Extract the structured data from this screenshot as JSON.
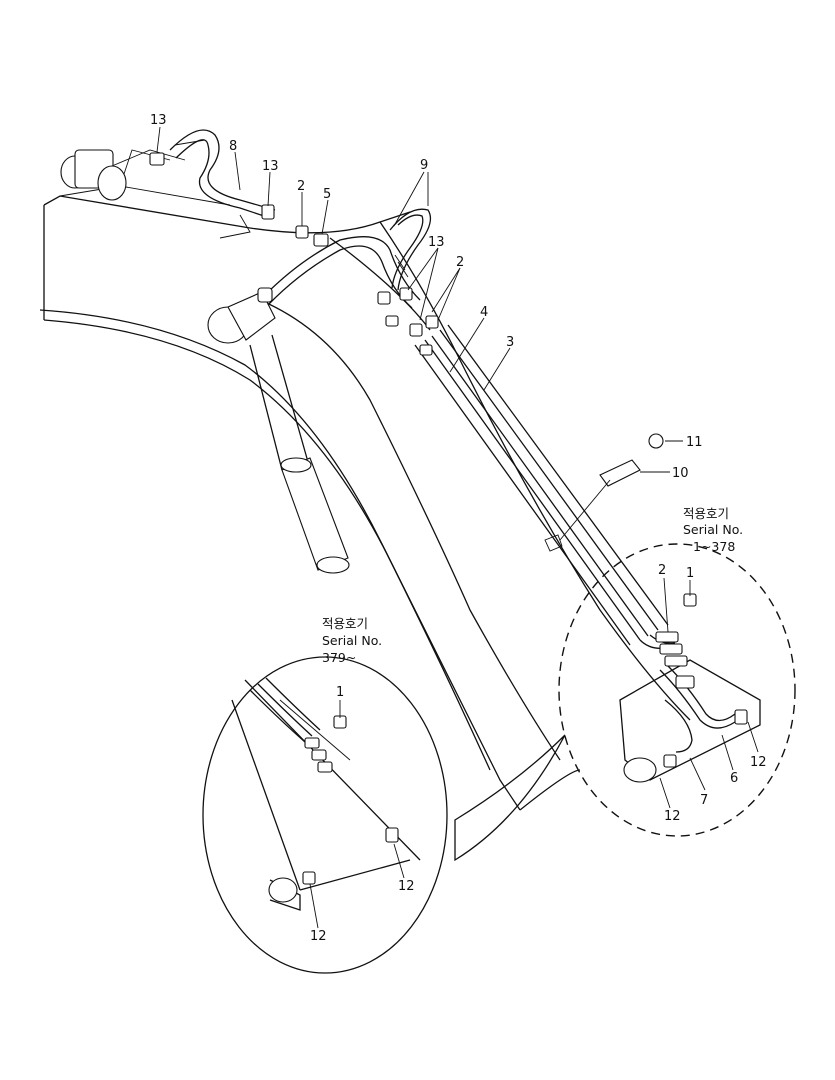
{
  "part_labels": [
    {
      "id": "13a",
      "text": "13"
    },
    {
      "id": "8",
      "text": "8"
    },
    {
      "id": "13b",
      "text": "13"
    },
    {
      "id": "2a",
      "text": "2"
    },
    {
      "id": "5",
      "text": "5"
    },
    {
      "id": "9",
      "text": "9"
    },
    {
      "id": "13c",
      "text": "13"
    },
    {
      "id": "2b",
      "text": "2"
    },
    {
      "id": "4",
      "text": "4"
    },
    {
      "id": "3",
      "text": "3"
    },
    {
      "id": "11",
      "text": "11"
    },
    {
      "id": "10",
      "text": "10"
    },
    {
      "id": "2c",
      "text": "2"
    },
    {
      "id": "1a",
      "text": "1"
    },
    {
      "id": "12a",
      "text": "12"
    },
    {
      "id": "6",
      "text": "6"
    },
    {
      "id": "7",
      "text": "7"
    },
    {
      "id": "12b",
      "text": "12"
    },
    {
      "id": "1b",
      "text": "1"
    },
    {
      "id": "12c",
      "text": "12"
    },
    {
      "id": "12d",
      "text": "12"
    }
  ],
  "notes": {
    "right": {
      "line1": "적용호기",
      "line2": "Serial No.",
      "line3": "1~378"
    },
    "left": {
      "line1": "적용호기",
      "line2": "Serial No.",
      "line3": "379~"
    }
  }
}
